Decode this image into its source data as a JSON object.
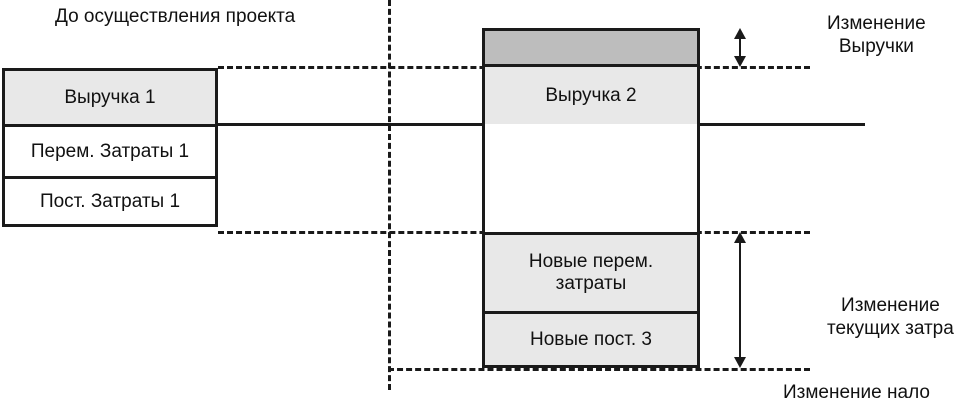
{
  "diagram": {
    "title_left": "До осуществления проекта",
    "boxes_before": [
      {
        "label": "Выручка 1",
        "fill": "shaded"
      },
      {
        "label": "Перем. Затраты 1",
        "fill": "plain"
      },
      {
        "label": "Пост. Затраты 1",
        "fill": "plain"
      }
    ],
    "boxes_after": [
      {
        "label": "",
        "fill": "darkfill"
      },
      {
        "label": "Выручка 2",
        "fill": "shaded"
      },
      {
        "label": "Новые перем. затраты",
        "fill": "shaded"
      },
      {
        "label": "Новые пост. 3",
        "fill": "shaded"
      }
    ],
    "annotations": {
      "revenue_change": "Изменение\nВыручки",
      "revenue_change_line1": "Изменение",
      "revenue_change_line2": "Выручки",
      "cost_change_line1": "Изменение",
      "cost_change_line2": "текущих затра",
      "tax_change": "Изменение нало"
    },
    "colors": {
      "stroke": "#1a1a1a",
      "shaded_fill": "#e8e8e8",
      "dark_fill": "#bdbdbd",
      "background": "#ffffff",
      "text": "#111111"
    }
  }
}
